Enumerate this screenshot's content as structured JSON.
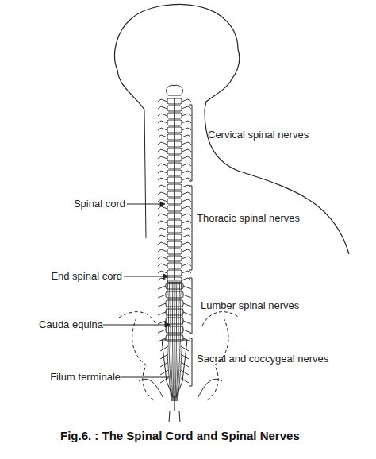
{
  "diagram": {
    "caption": "Fig.6. : The Spinal Cord and Spinal Nerves",
    "labels": [
      "Cervical spinal nerves",
      "Spinal cord",
      "Thoracic spinal nerves",
      "End spinal cord",
      "Lumber spinal nerves",
      "Cauda equina",
      "Sacral and coccygeal nerves",
      "Filum terminale"
    ]
  }
}
